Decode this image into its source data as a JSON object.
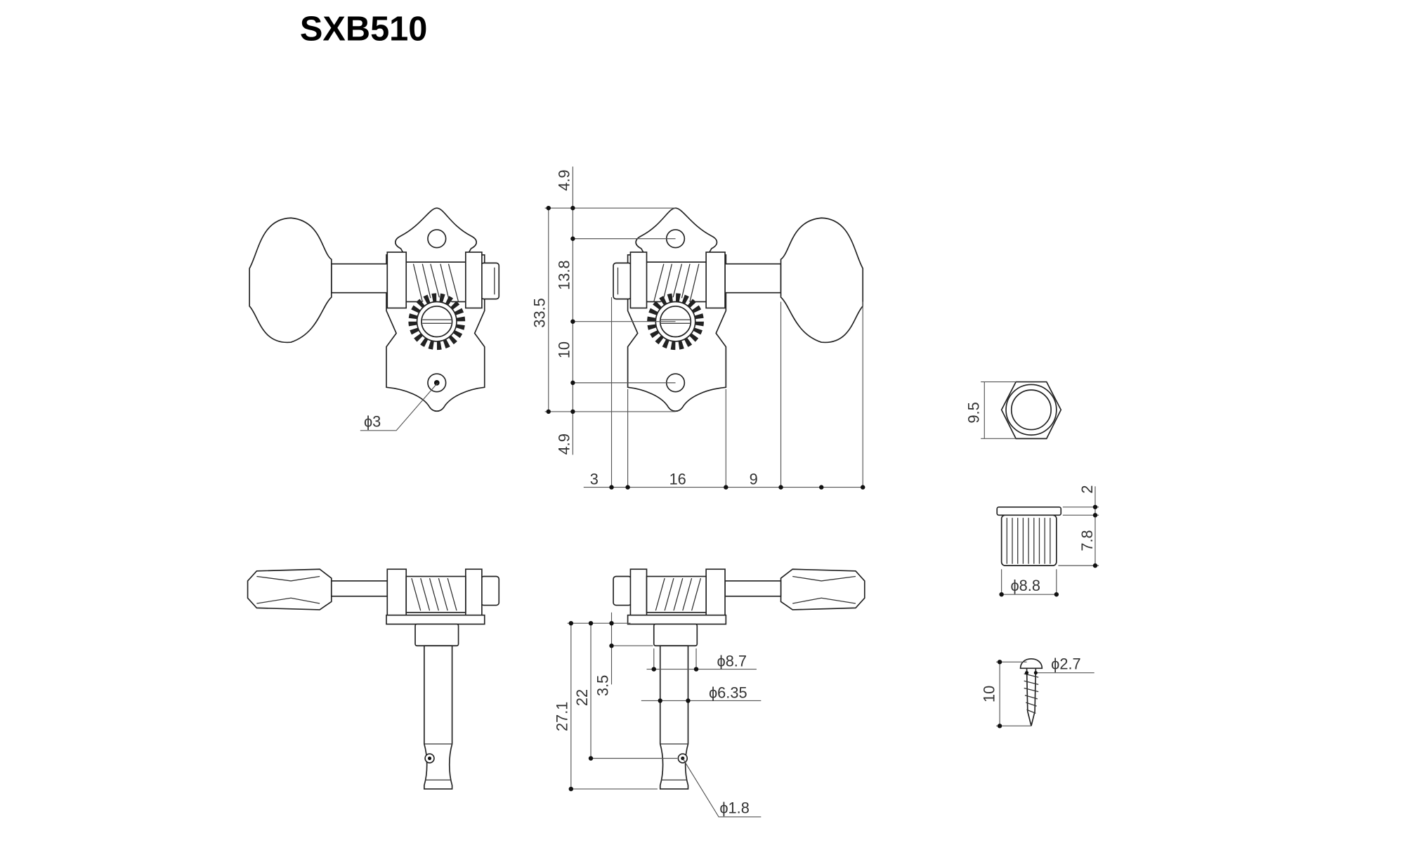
{
  "title": "SXB510",
  "front_view": {
    "dims": {
      "top_offset": "4.9",
      "hole_to_gear": "13.8",
      "total_height": "33.5",
      "gear_to_hole": "10",
      "bottom_offset": "4.9",
      "nut_width": "3",
      "plate_width": "16",
      "shaft_length": "9"
    },
    "hole_diameter": "ϕ3"
  },
  "side_view": {
    "dims": {
      "total_post": "27.1",
      "to_string_hole": "22",
      "bushing_height": "3.5",
      "bushing_diameter": "ϕ8.7",
      "post_diameter": "ϕ6.35",
      "string_hole_diameter": "ϕ1.8"
    }
  },
  "hex_nut": {
    "width": "9.5"
  },
  "bushing": {
    "flange": "2",
    "height": "7.8",
    "diameter": "ϕ8.8"
  },
  "screw": {
    "length": "10",
    "diameter": "ϕ2.7"
  }
}
